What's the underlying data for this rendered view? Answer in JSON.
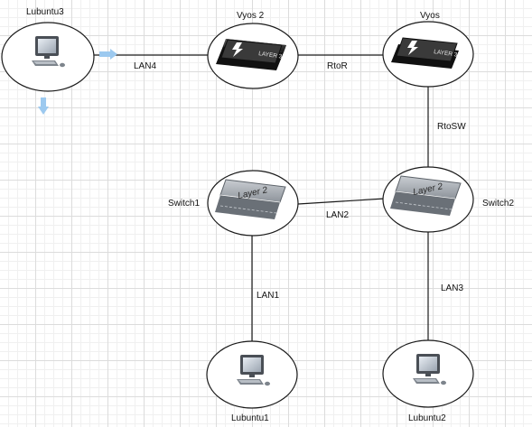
{
  "nodes": {
    "lubuntu3": {
      "label": "Lubuntu3"
    },
    "vyos2": {
      "label": "Vyos 2",
      "badge": "LAYER 3"
    },
    "vyos": {
      "label": "Vyos",
      "badge": "LAYER 3"
    },
    "switch1": {
      "label": "Switch1",
      "badge": "Layer 2"
    },
    "switch2": {
      "label": "Switch2",
      "badge": "Layer 2"
    },
    "lubuntu1": {
      "label": "Lubuntu1"
    },
    "lubuntu2": {
      "label": "Lubuntu2"
    }
  },
  "links": {
    "lan4": "LAN4",
    "rtor": "RtoR",
    "rtosw": "RtoSW",
    "lan2": "LAN2",
    "lan1": "LAN1",
    "lan3": "LAN3"
  },
  "colors": {
    "router_body": "#2b2b2b",
    "switch_body": "#8a8f96",
    "connector_arrow": "#9cc9ef"
  }
}
